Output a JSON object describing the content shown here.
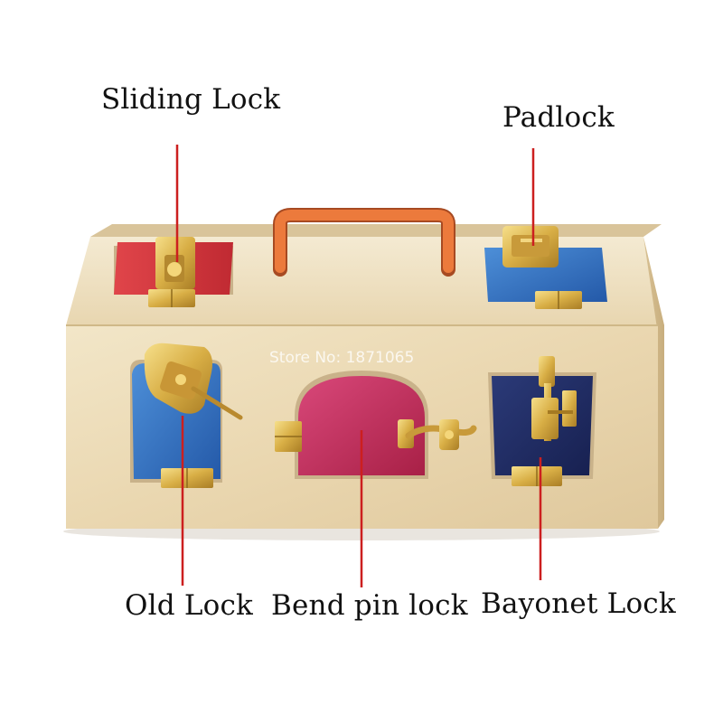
{
  "labels": {
    "sliding_lock": "Sliding Lock",
    "padlock": "Padlock",
    "old_lock": "Old Lock",
    "bend_pin_lock": "Bend pin lock",
    "bayonet_lock": "Bayonet Lock"
  },
  "watermark": "Store No: 1871065",
  "colors": {
    "wood": "#ecdcb8",
    "red_door": "#d8343c",
    "blue_door": "#2f6fc0",
    "pink_door": "#c4305c",
    "navy_door": "#1f2a5c",
    "handle": "#e9743a",
    "brass": "#d8b04a",
    "pointer": "#cc1f1f"
  }
}
